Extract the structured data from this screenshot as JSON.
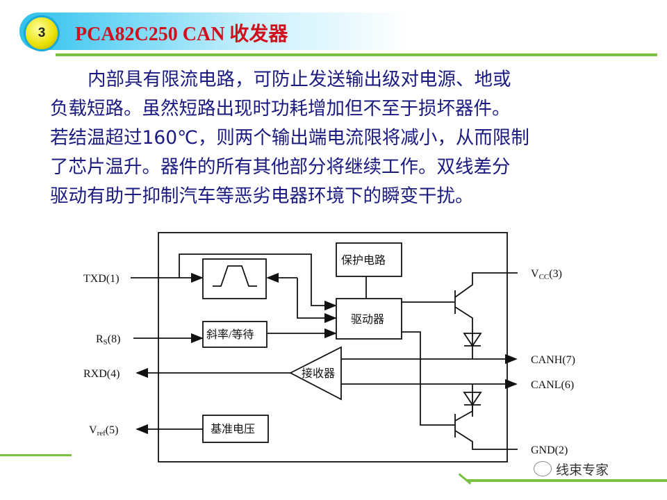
{
  "header": {
    "number": "3",
    "title": "PCA82C250 CAN 收发器"
  },
  "paragraph": [
    "内部具有限流电路，可防止发送输出级对电源、地或",
    "负载短路。虽然短路出现时功耗增加但不至于损坏器件。",
    "若结温超过160℃，则两个输出端电流限将减小，从而限制",
    "了芯片温升。器件的所有其他部分将继续工作。双线差分",
    "驱动有助于抑制汽车等恶劣电器环境下的瞬变干扰。"
  ],
  "diagram": {
    "pins": {
      "txd": "TXD(1)",
      "rs": "R",
      "rs_sub": "S",
      "rs_num": "(8)",
      "rxd": "RXD(4)",
      "vref": "V",
      "vref_sub": "ref",
      "vref_num": "(5)",
      "vcc": "V",
      "vcc_sub": "CC",
      "vcc_num": "(3)",
      "canh": "CANH(7)",
      "canl": "CANL(6)",
      "gnd": "GND(2)"
    },
    "blocks": {
      "protection": "保护电路",
      "driver": "驱动器",
      "slope": "斜率/等待",
      "receiver": "接收器",
      "reference": "基准电压"
    }
  },
  "watermark": "线束专家"
}
